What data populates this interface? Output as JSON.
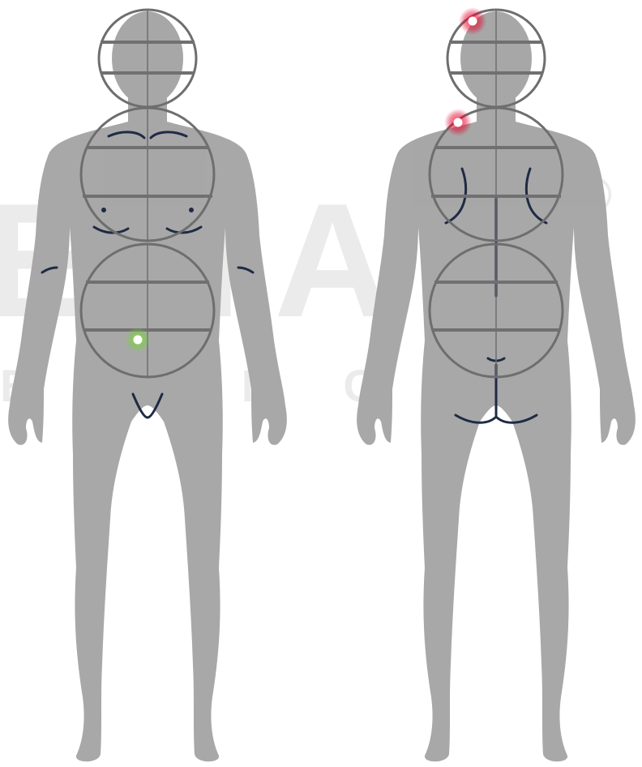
{
  "watermark": {
    "brand_letters": "ENAB",
    "sub_letters": "EAICO",
    "registered_mark": "®",
    "color": "#dcdcdc"
  },
  "colors": {
    "body_fill": "#a6a6a6",
    "detail_stroke": "#1f2a44",
    "circle_stroke": "#6e6e6e",
    "circle_band": "#707070"
  },
  "figures": [
    {
      "view": "front",
      "marker_count": 1
    },
    {
      "view": "back",
      "marker_count": 2
    }
  ],
  "markers": [
    {
      "id": "abdomen-marker",
      "view": "front",
      "color": "#76d13a",
      "status": "green"
    },
    {
      "id": "head-marker",
      "view": "back",
      "color": "#e3002b",
      "status": "red"
    },
    {
      "id": "shoulder-marker",
      "view": "back",
      "color": "#e3002b",
      "status": "red"
    }
  ]
}
